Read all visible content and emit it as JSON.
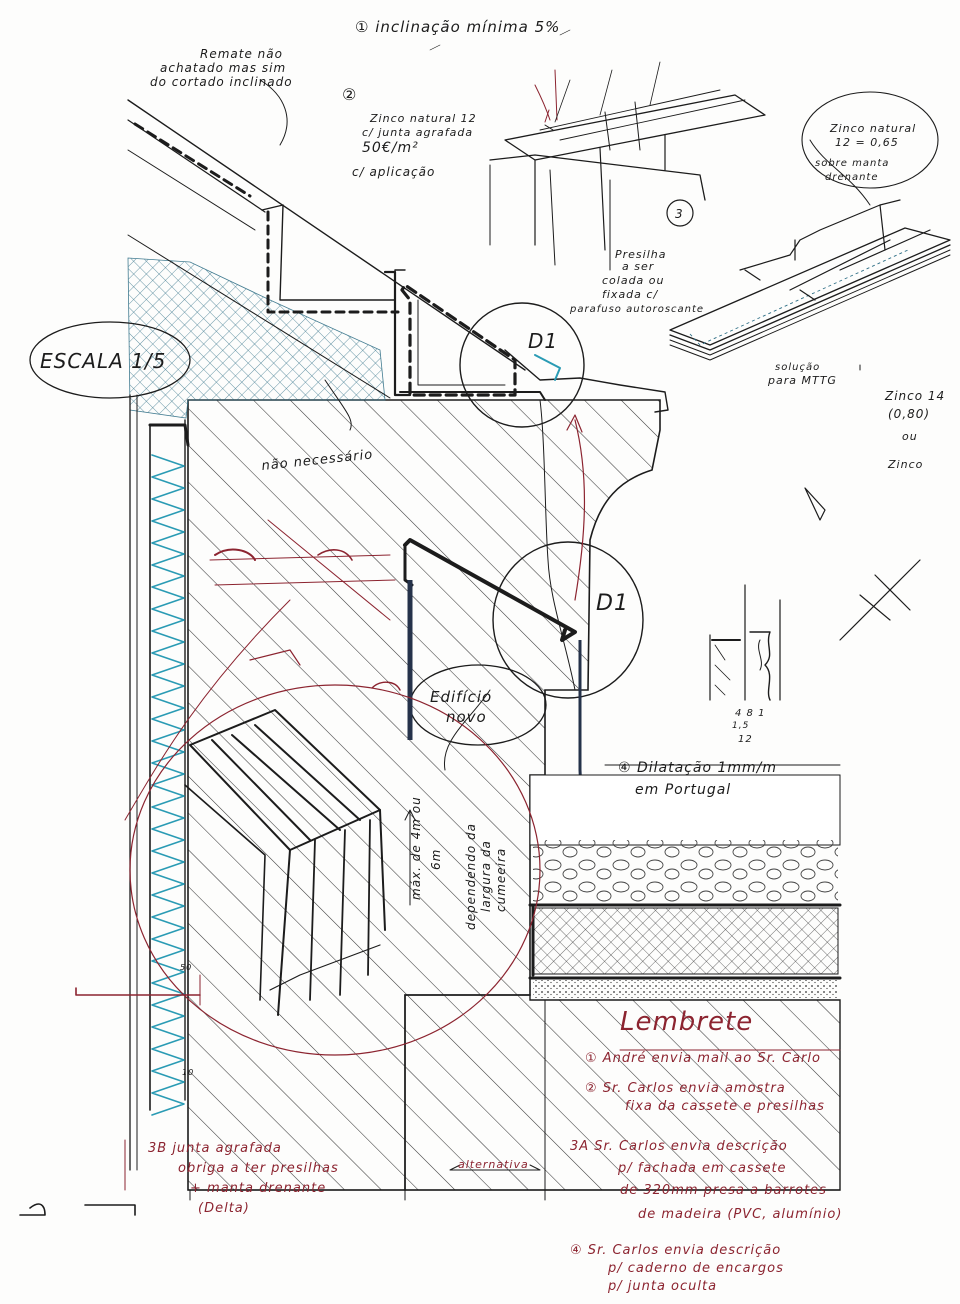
{
  "colors": {
    "ink": "#1c1c1c",
    "red": "#8c2430",
    "blue": "#2a9bb4",
    "paper": "#fdfdfc"
  },
  "labels": {
    "top_note": "① inclinação mínima 5%",
    "remate_1": "Remate não",
    "remate_2": "achatado mas sim",
    "remate_3": "do cortado inclinado",
    "num_2": "②",
    "zinco_1": "Zinco natural 12",
    "zinco_2": "c/ junta agrafada",
    "zinco_price": "50€/m²",
    "zinco_3": "c/ aplicação",
    "num_3": "3",
    "zinco_r1": "Zinco natural",
    "zinco_r2": "12 = 0,65",
    "zinco_r3": "sobre manta",
    "zinco_r4": "drenante",
    "presilha_1": "Presilha",
    "presilha_2": "a ser",
    "presilha_3": "colada ou",
    "presilha_4": "fixada c/",
    "presilha_5": "parafuso autoroscante",
    "solucao_1": "solução",
    "solucao_2": "para MTTG",
    "zinco14_1": "Zinco 14",
    "zinco14_2": "(0,80)",
    "zinco14_3": "ou",
    "zinco14_4": "Zinco",
    "escala": "ESCALA 1/5",
    "d1_top": "D1",
    "d1_mid": "D1",
    "nao_necessario": "não necessário",
    "edificio_1": "Edifício",
    "edificio_2": "novo",
    "drainage_1": "④ Dilatação 1mm/m",
    "drainage_2": "em Portugal",
    "vert_1": "máx. de 4m ou",
    "vert_2": "6m",
    "vert_3": "dependendo da",
    "vert_4": "largura da",
    "vert_5": "cumeeira",
    "dim_1": "4 8 1",
    "dim_2": "1,5",
    "dim_3": "12",
    "lembrete": "Lembrete",
    "r1": "① André envia mail ao Sr. Carlo",
    "r2a": "② Sr. Carlos envia amostra",
    "r2b": "fixa da cassete e presilhas",
    "r3b_1": "3B  junta agrafada",
    "r3b_2": "obriga a ter presilhas",
    "r3b_3": "+ manta drenante",
    "r3b_4": "(Delta)",
    "r3a_1": "3A  Sr. Carlos envia descrição",
    "r3a_2": "p/ fachada em cassete",
    "r3a_3": "de 320mm presa a barrotes",
    "r3a_4": "de madeira (PVC, alumínio)",
    "r4_1": "④ Sr. Carlos envia descrição",
    "r4_2": "p/ caderno de encargos",
    "r4_3": "p/ junta oculta",
    "alternativa": "alternativa",
    "mark_50": "50",
    "mark_10": "10"
  }
}
